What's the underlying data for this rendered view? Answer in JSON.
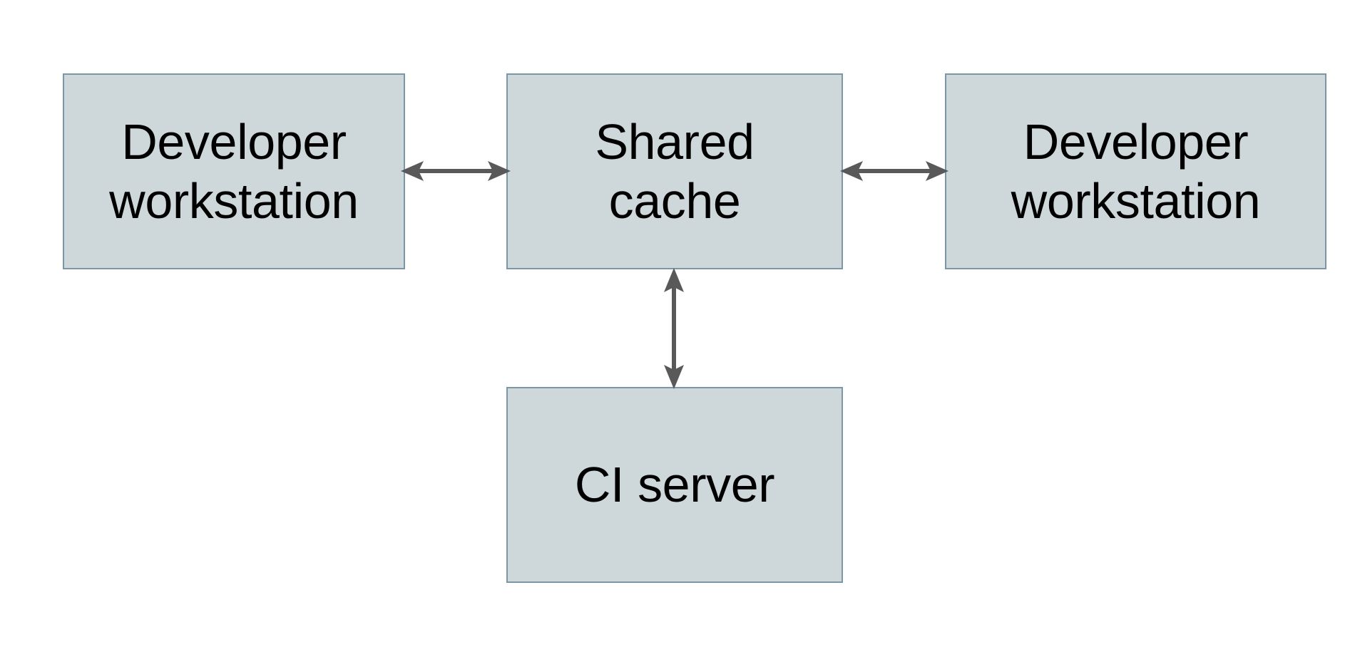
{
  "diagram": {
    "type": "block-diagram",
    "background_color": "#ffffff",
    "node_fill_color": "#ced7da",
    "node_border_color": "#7b97a6",
    "edge_color": "#595959",
    "text_color": "#000000",
    "nodes": [
      {
        "id": "dev-left",
        "label": "Developer\nworkstation",
        "shape": "rectangle"
      },
      {
        "id": "shared",
        "label": "Shared\ncache",
        "shape": "rectangle"
      },
      {
        "id": "dev-right",
        "label": "Developer\nworkstation",
        "shape": "rectangle"
      },
      {
        "id": "ci",
        "label": "CI server",
        "shape": "rectangle"
      }
    ],
    "edges": [
      {
        "id": "edge-left",
        "from": "dev-left",
        "to": "shared",
        "arrow": "double",
        "orientation": "horizontal"
      },
      {
        "id": "edge-right",
        "from": "shared",
        "to": "dev-right",
        "arrow": "double",
        "orientation": "horizontal"
      },
      {
        "id": "edge-down",
        "from": "shared",
        "to": "ci",
        "arrow": "double",
        "orientation": "vertical"
      }
    ]
  }
}
